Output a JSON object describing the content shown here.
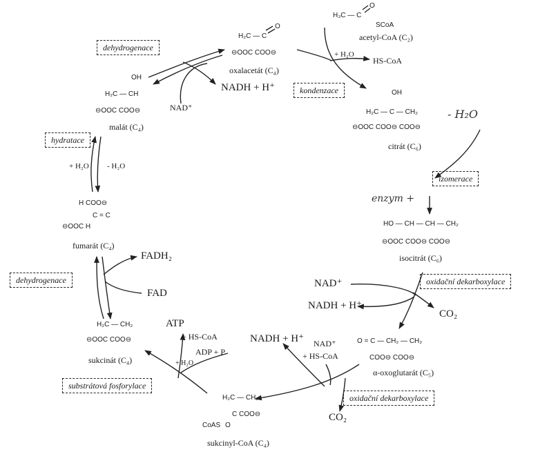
{
  "enzymes": {
    "dehydrogenace_top": "dehydrogenace",
    "kondenzace": "kondenzace",
    "hydratace": "hydratace",
    "izomerace": "izomerace",
    "dehydrogenace_mid": "dehydrogenace",
    "oxid_dekarb_1": "oxidační dekarboxylace",
    "oxid_dekarb_2": "oxidační dekarboxylace",
    "substratova": "substrátová fosforylace"
  },
  "compounds": {
    "oxalacetat": "oxalacetát (C₄)",
    "acetylcoa": "acetyl-CoA (C₂)",
    "citrat": "citrát (C₆)",
    "isocitrat": "isocitrát (C₆)",
    "oxoglutarat": "α-oxoglutarát (C₅)",
    "sukcinylcoa": "sukcinyl-CoA (C₄)",
    "sukcinat": "sukcinát (C₄)",
    "fumarat": "fumarát (C₄)",
    "malat": "malát (C₄)"
  },
  "cofactors": {
    "nadh_top": "NADH + H⁺",
    "nad_top": "NAD⁺",
    "h2o_plus": "+ H₂O",
    "hscoa_top": "HS-CoA",
    "hydr_plus": "+ H₂O",
    "hydr_minus": "- H₂O",
    "fadh2": "FADH₂",
    "fad": "FAD",
    "nad_right": "NAD⁺",
    "nadh_right": "NADH + H⁺",
    "co2_right": "CO₂",
    "nadh_bottom": "NADH + H⁺",
    "nad_bottom": "NAD⁺",
    "hscoa_bottom": "+ HS-CoA",
    "co2_bottom": "CO₂",
    "atp": "ATP",
    "hscoa_left": "+ HS-CoA",
    "adp": "ADP + P",
    "h2o_sub": "+ H₂O"
  },
  "handwritten": {
    "minus_h2o": "- H₂O",
    "enzym": "enzym +"
  },
  "structures": {
    "oxal_r1": "H₂C — C",
    "oxal_o": "O",
    "oxal_r2": "⊖OOC      COO⊖",
    "acetyl_r1": "H₃C — C",
    "acetyl_o": "O",
    "acetyl_r2": "SCoA",
    "citr_oh": "OH",
    "citr_r1": "H₂C — C — CH₂",
    "citr_r2": "⊖OOC    COO⊖   COO⊖",
    "mal_oh": "OH",
    "mal_r1": "H₂C — CH",
    "mal_r2": "⊖OOC     COO⊖",
    "iso_r1": "HO — CH — CH — CH₂",
    "iso_r2": "⊖OOC      COO⊖   COO⊖",
    "fum_r1": "H          COO⊖",
    "fum_r2": "C = C",
    "fum_r3": "⊖OOC          H",
    "sukc_r1": "H₂C — CH₂",
    "sukc_r2": "⊖OOC      COO⊖",
    "oxo_r1": "O = C — CH₂ — CH₂",
    "oxo_r2": "COO⊖          COO⊖",
    "scoa_r1": "H₂C — CH₂",
    "scoa_r2": "C      COO⊖",
    "scoa_r3": "CoAS",
    "scoa_o": "O"
  }
}
